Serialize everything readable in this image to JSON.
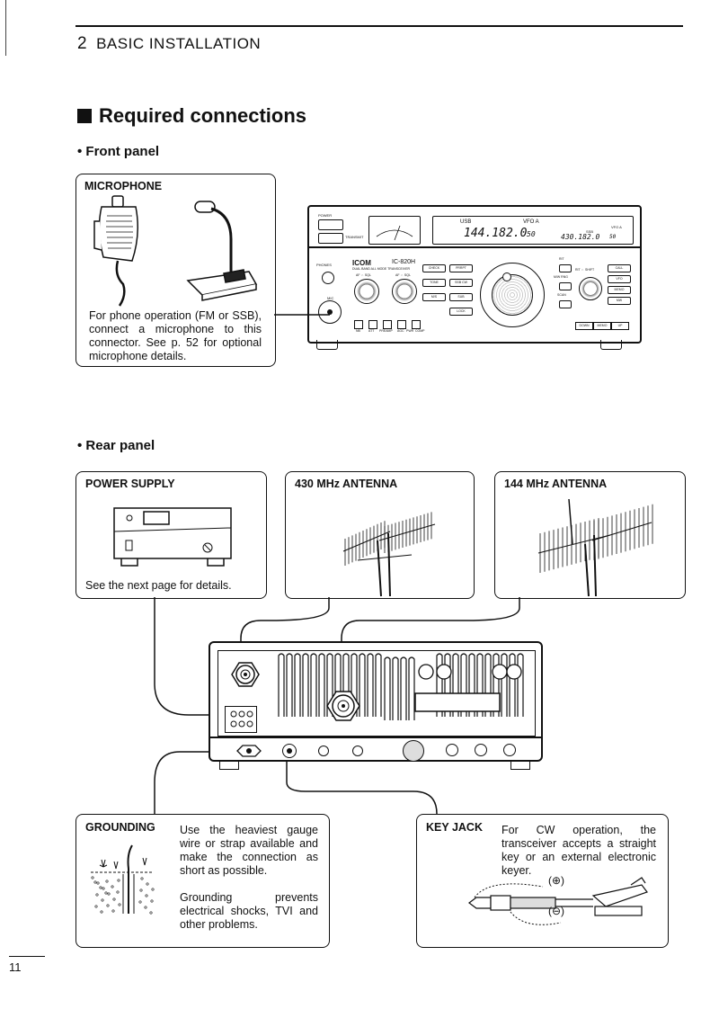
{
  "header": {
    "chapter_number": "2",
    "chapter_title": "BASIC INSTALLATION"
  },
  "section": {
    "title": "Required connections"
  },
  "front_panel": {
    "heading": "• Front panel",
    "microphone": {
      "title": "MICROPHONE",
      "text": "For phone operation (FM or SSB), connect a microphone to this connector. See p. 52 for optional microphone details."
    },
    "radio": {
      "brand": "ICOM",
      "model": "IC-820H",
      "subtitle": "DUAL BAND ALL MODE TRANSCEIVER",
      "main_mode": "USB",
      "main_vfo": "VFO A",
      "main_freq": "144.182.0",
      "main_ch": "50",
      "sub_mode": "SSB",
      "sub_vfo": "VFO A",
      "sub_freq": "430.182.0",
      "sub_ch": "50",
      "labels": {
        "power": "POWER",
        "transmit": "TRANSMIT",
        "phones": "PHONES",
        "mic": "MIC",
        "af_sql_left": "AF ⇔ SQL",
        "af_sql_right": "AF ⇔ SQL",
        "nb": "NB",
        "att": "ATT",
        "preamp": "PREAMP",
        "agc": "AGC",
        "pwr": "PWR",
        "comp": "COMP",
        "rit": "RIT",
        "rit_shift": "RIT ⇔ SHIFT",
        "mw_rng": "M/W RNG",
        "scan": "SCAN",
        "down": "DOWN",
        "memo": "MEMO",
        "up": "UP",
        "sq_buttons": [
          "CHECK",
          "PRRPT",
          "TONE",
          "SSB CW",
          "M/S",
          "SUB",
          "LOCK"
        ],
        "right_buttons": [
          "CALL",
          "VFO",
          "MEMO",
          "MW"
        ]
      }
    }
  },
  "rear_panel": {
    "heading": "• Rear panel",
    "power_supply": {
      "title": "POWER SUPPLY",
      "text": "See the next page for details."
    },
    "antenna_430": {
      "title": "430 MHz ANTENNA"
    },
    "antenna_144": {
      "title": "144 MHz ANTENNA"
    },
    "grounding": {
      "title": "GROUNDING",
      "text1": "Use the heaviest gauge wire or strap available and make the connection as short as possible.",
      "text2": "Grounding prevents electrical shocks, TVI and other problems."
    },
    "key_jack": {
      "title": "KEY JACK",
      "text": "For CW operation, the transceiver accepts a straight key or an external electronic keyer.",
      "plus": "(⊕)",
      "minus": "(⊖)"
    }
  },
  "footer": {
    "page_number": "11"
  }
}
